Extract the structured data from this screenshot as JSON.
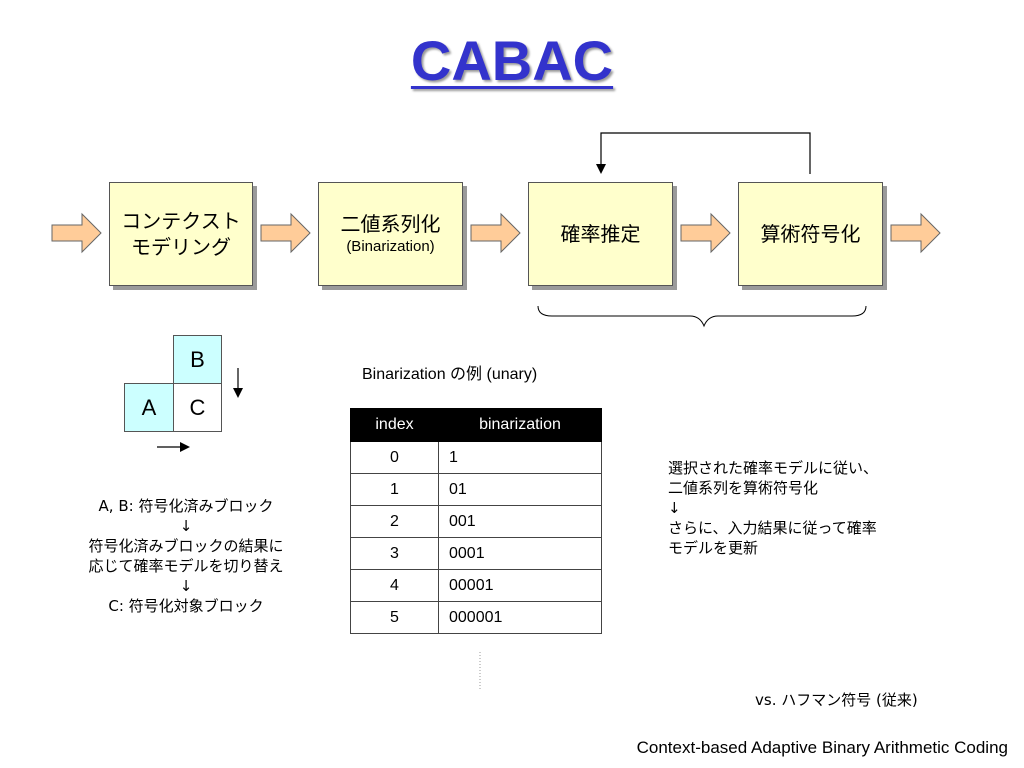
{
  "title": "CABAC",
  "pipeline": {
    "context_modeling": {
      "line1": "コンテクスト",
      "line2": "モデリング"
    },
    "binarization": {
      "main": "二値系列化",
      "sub": "(Binarization)"
    },
    "probability_estimation": {
      "main": "確率推定"
    },
    "arithmetic_coding": {
      "main": "算術符号化"
    }
  },
  "blocks": {
    "a": "A",
    "b": "B",
    "c": "C"
  },
  "left_note": {
    "line1": "A, B: 符号化済みブロック",
    "arrow1": "↓",
    "line2": "符号化済みブロックの結果に",
    "line3": "応じて確率モデルを切り替え",
    "arrow2": "↓",
    "line4": "C: 符号化対象ブロック"
  },
  "table_caption": "Binarization の例 (unary)",
  "table": {
    "headers": [
      "index",
      "binarization"
    ],
    "rows": [
      [
        "0",
        "1"
      ],
      [
        "1",
        "01"
      ],
      [
        "2",
        "001"
      ],
      [
        "3",
        "0001"
      ],
      [
        "4",
        "00001"
      ],
      [
        "5",
        "000001"
      ]
    ]
  },
  "right_note": {
    "line1": "選択された確率モデルに従い、",
    "line2": "二値系列を算術符号化",
    "arrow": "↓",
    "line3": "さらに、入力結果に従って確率",
    "line4": "モデルを更新"
  },
  "vs_label": "vs. ハフマン符号 (従来)",
  "footer": "Context-based Adaptive Binary Arithmetic Coding",
  "colors": {
    "title": "#3333cc",
    "box_fill": "#ffffcc",
    "arrow_fill": "#ffcc99",
    "block_highlight": "#ccffff",
    "table_header": "#000000"
  }
}
